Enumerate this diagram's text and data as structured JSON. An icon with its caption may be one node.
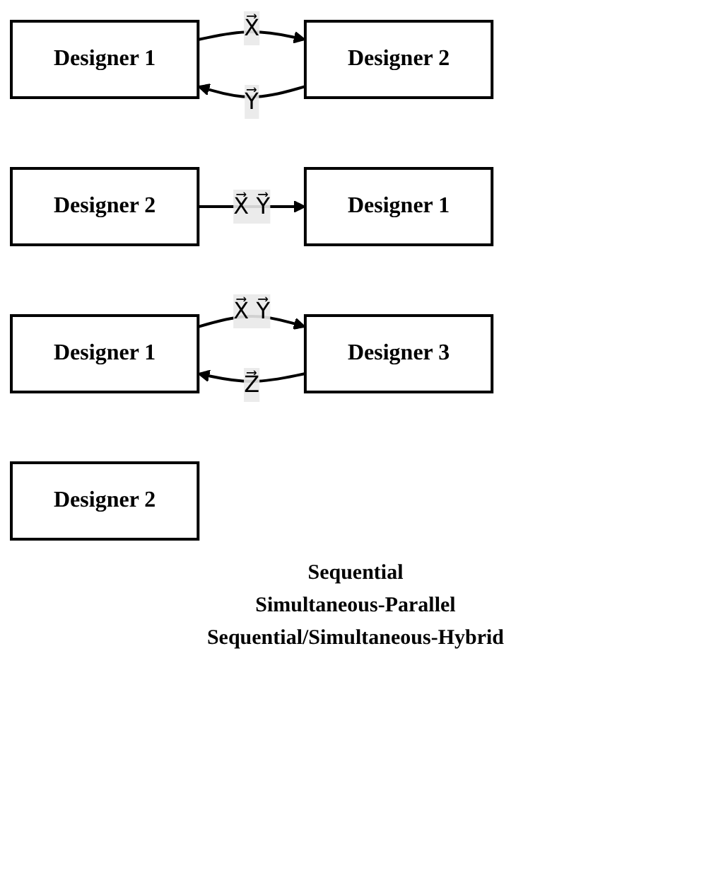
{
  "diagram": {
    "nodes": [
      {
        "text": [
          "Designer 1"
        ]
      },
      {
        "text": [
          "Designer 2"
        ]
      },
      {
        "text": [
          "Designer 1"
        ]
      },
      {
        "text": [
          "Designer 2"
        ]
      },
      {
        "text": [
          "Designer 1"
        ]
      },
      {
        "text": [
          "Designer 2"
        ]
      },
      {
        "text": [
          "Designer 3"
        ]
      }
    ],
    "edges": [
      {
        "from": 0,
        "to": 1,
        "arrow": "to",
        "label": "X⃗"
      },
      {
        "from": 1,
        "to": 0,
        "arrow": "to",
        "label": "Y⃗"
      },
      {
        "from": 3,
        "to": 2,
        "arrow": "to",
        "label": "X⃗ Y⃗"
      },
      {
        "from": 4,
        "to": 6,
        "arrow": "to",
        "label": "X⃗ Y⃗"
      },
      {
        "from": 6,
        "to": 4,
        "arrow": "to",
        "label": "Z⃗"
      }
    ],
    "labels": [
      "Sequential",
      "Simultaneous-Parallel",
      "Sequential/Simultaneous-Hybrid"
    ]
  }
}
